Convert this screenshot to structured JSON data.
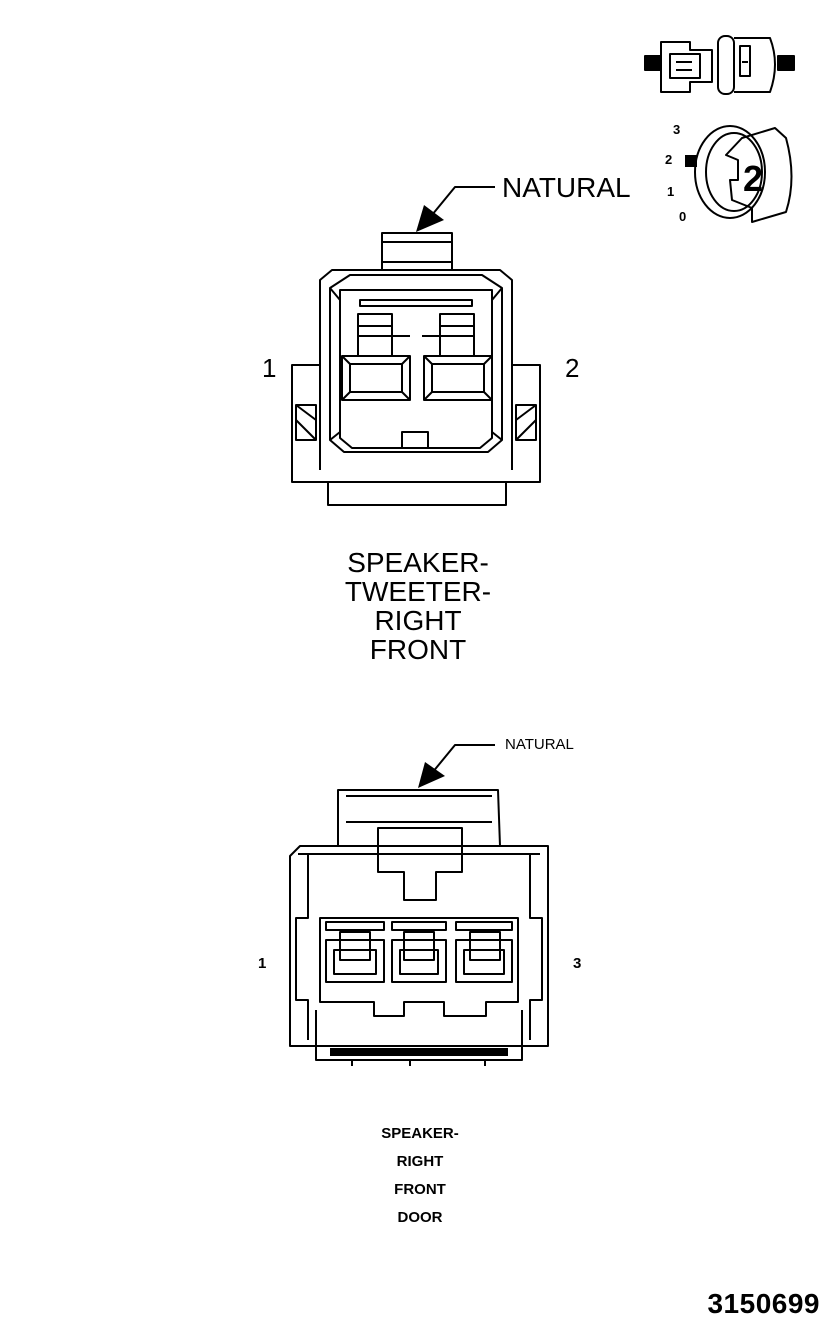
{
  "legend": {
    "position_scale": [
      "3",
      "2",
      "1",
      "0"
    ],
    "key_number": "2"
  },
  "connector_tweeter": {
    "color_label": "NATURAL",
    "pin_left": "1",
    "pin_right": "2",
    "name_lines": [
      "SPEAKER-",
      "TWEETER-",
      "RIGHT",
      "FRONT"
    ]
  },
  "connector_door": {
    "color_label": "NATURAL",
    "pin_left": "1",
    "pin_right": "3",
    "name_lines": [
      "SPEAKER-",
      "RIGHT",
      "FRONT",
      "DOOR"
    ]
  },
  "document_number": "3150699"
}
